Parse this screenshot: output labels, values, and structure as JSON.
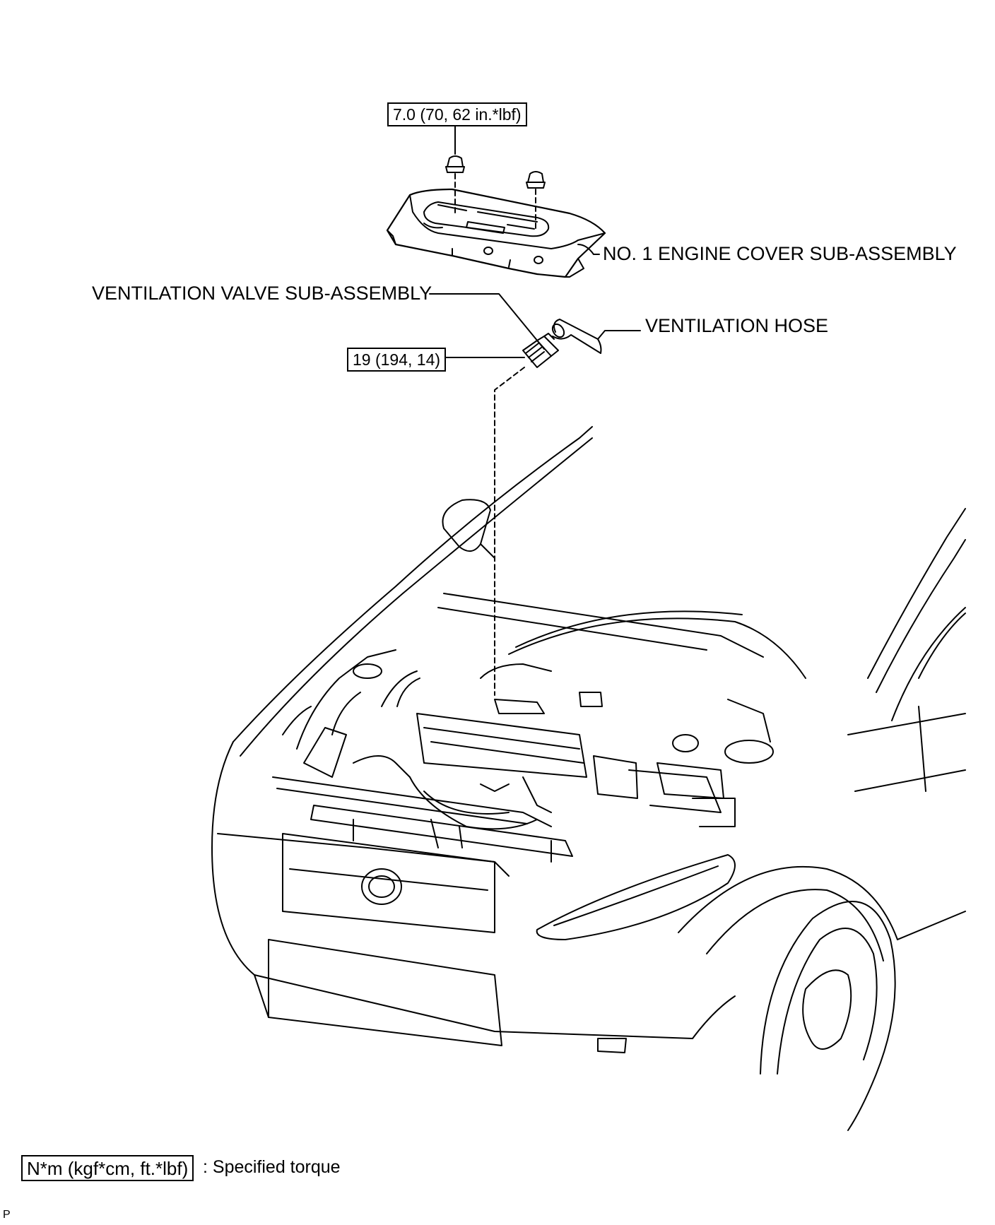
{
  "labels": {
    "torque_cover_nut": "7.0 (70, 62 in.*lbf)",
    "engine_cover": "NO. 1 ENGINE COVER SUB-ASSEMBLY",
    "ventilation_valve": "VENTILATION VALVE SUB-ASSEMBLY",
    "ventilation_hose": "VENTILATION HOSE",
    "torque_valve": "19 (194, 14)"
  },
  "legend": {
    "unit_box": "N*m (kgf*cm, ft.*lbf)",
    "description": ": Specified torque"
  },
  "footer": {
    "mark": "P"
  }
}
